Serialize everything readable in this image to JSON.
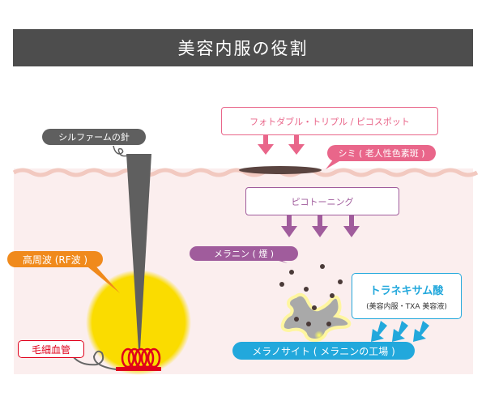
{
  "title": "美容内服の役割",
  "colors": {
    "title_bg": "#4d4d4d",
    "skin_surface": "#f2c9c0",
    "skin_body": "#fbeeee",
    "pink": "#e9668a",
    "purple": "#a05c9c",
    "blue": "#22a8dc",
    "orange": "#f08a1c",
    "red": "#e0001b",
    "needle": "#5f5f5f",
    "rf_glow": "#fadc00",
    "melanin_dot": "#4a3a38",
    "spot": "#5a4440"
  },
  "labels": {
    "needle": "シルファームの針",
    "rf": "高周波 (RF波 )",
    "capillary": "毛細血管",
    "laser_box": "フォトダブル・トリプル / ピコスポット",
    "spot": "シミ ( 老人性色素斑 )",
    "pico_box": "ピコトーニング",
    "melanin": "メラニン ( 煙 )",
    "tranexamic_title": "トラネキサム酸",
    "tranexamic_sub": "(美容内服・TXA 美容液)",
    "melanocyte": "メラノサイト ( メラニンの工場 )"
  }
}
